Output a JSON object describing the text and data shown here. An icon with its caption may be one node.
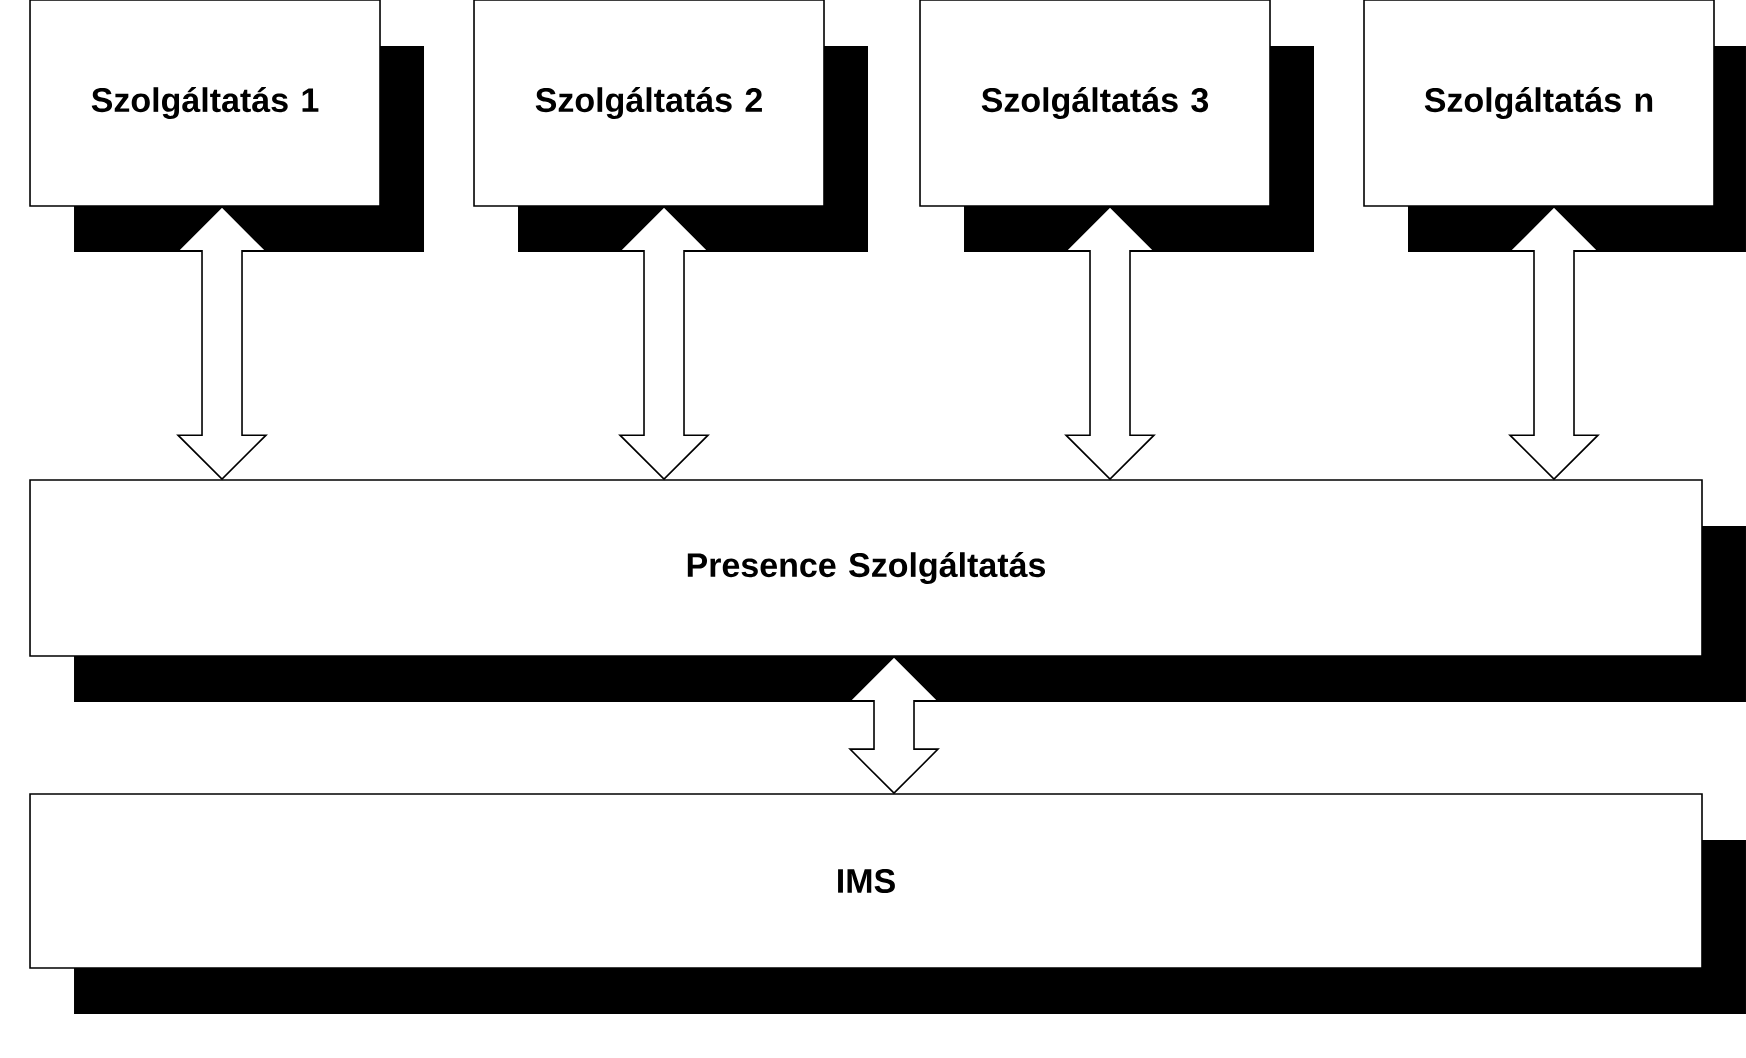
{
  "diagram": {
    "nodes": [
      {
        "text": [
          "Szolgáltatás 1"
        ]
      },
      {
        "text": [
          "Szolgáltatás 2"
        ]
      },
      {
        "text": [
          "Szolgáltatás 3"
        ]
      },
      {
        "text": [
          "Szolgáltatás n"
        ]
      },
      {
        "text": [
          "Presence Szolgáltatás"
        ]
      },
      {
        "text": [
          "IMS"
        ]
      }
    ],
    "edges": [
      {
        "from": 0,
        "to": 4,
        "arrow": "both"
      },
      {
        "from": 1,
        "to": 4,
        "arrow": "both"
      },
      {
        "from": 2,
        "to": 4,
        "arrow": "both"
      },
      {
        "from": 3,
        "to": 4,
        "arrow": "both"
      },
      {
        "from": 4,
        "to": 5,
        "arrow": "both"
      }
    ]
  }
}
